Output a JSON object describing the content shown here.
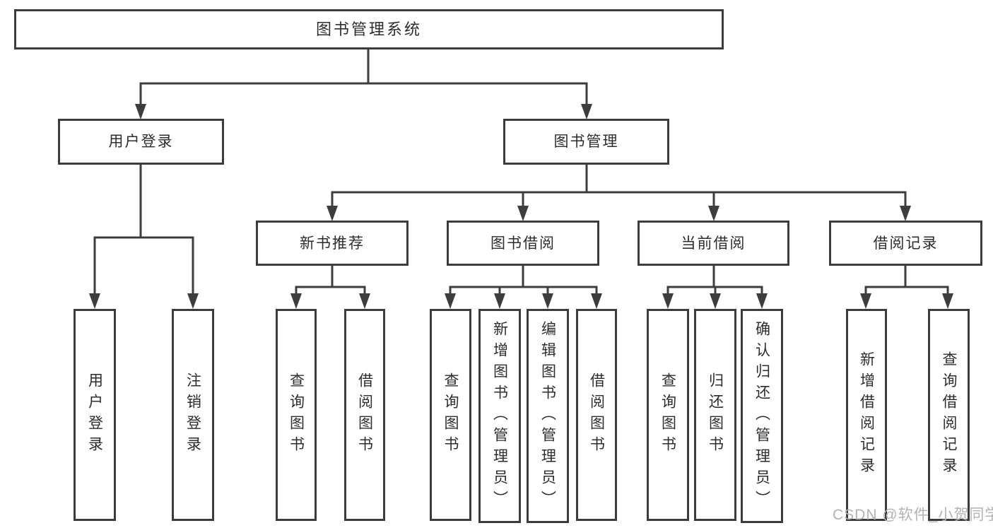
{
  "tree": {
    "root": {
      "label": "图书管理系统"
    },
    "children": [
      {
        "label": "用户登录",
        "children": [
          {
            "label": "用户登录"
          },
          {
            "label": "注销登录"
          }
        ]
      },
      {
        "label": "图书管理",
        "children": [
          {
            "label": "新书推荐",
            "children": [
              {
                "label": "查询图书"
              },
              {
                "label": "借阅图书"
              }
            ]
          },
          {
            "label": "图书借阅",
            "children": [
              {
                "label": "查询图书"
              },
              {
                "label": "新增图书（管理员）"
              },
              {
                "label": "编辑图书（管理员）"
              },
              {
                "label": "借阅图书"
              }
            ]
          },
          {
            "label": "当前借阅",
            "children": [
              {
                "label": "查询图书"
              },
              {
                "label": "归还图书"
              },
              {
                "label": "确认归还（管理员）"
              }
            ]
          },
          {
            "label": "借阅记录",
            "children": [
              {
                "label": "新增借阅记录"
              },
              {
                "label": "查询借阅记录"
              }
            ]
          }
        ]
      }
    ]
  },
  "watermark": {
    "text": "CSDN @软件_小贺同学"
  },
  "colors": {
    "line": "#3d3d3d",
    "box_border": "#3c3c3c",
    "text": "#2d2d2d",
    "background": "#ffffff",
    "watermark": "#b3b3b3"
  }
}
